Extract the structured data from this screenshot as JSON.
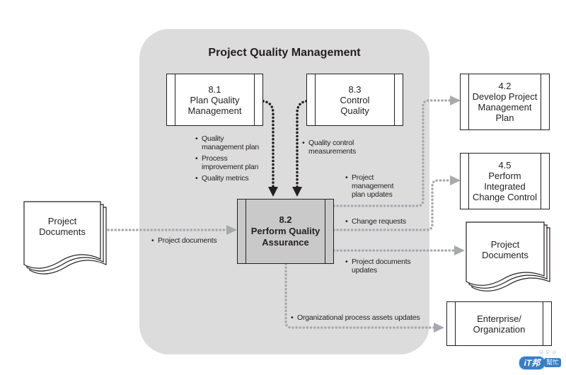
{
  "diagram": {
    "title": "Project Quality Management",
    "processes": {
      "plan_quality": {
        "number": "8.1",
        "name_line1": "Plan Quality",
        "name_line2": "Management"
      },
      "control_quality": {
        "number": "8.3",
        "name_line1": "Control",
        "name_line2": "Quality"
      },
      "perform_qa": {
        "number": "8.2",
        "name_line1": "Perform Quality",
        "name_line2": "Assurance"
      },
      "develop_pm_plan": {
        "number": "4.2",
        "name_line1": "Develop Project",
        "name_line2": "Management",
        "name_line3": "Plan"
      },
      "integrated_change": {
        "number": "4.5",
        "name_line1": "Perform",
        "name_line2": "Integrated",
        "name_line3": "Change Control"
      },
      "enterprise": {
        "name_line1": "Enterprise/",
        "name_line2": "Organization"
      }
    },
    "documents": {
      "input_docs": {
        "line1": "Project",
        "line2": "Documents"
      },
      "output_docs": {
        "line1": "Project",
        "line2": "Documents"
      }
    },
    "flow_labels": {
      "from_plan_quality": [
        "Quality management plan",
        "Process improvement plan",
        "Quality metrics"
      ],
      "from_control_quality": [
        "Quality control measurements"
      ],
      "input_project_documents": "Project documents",
      "to_pm_plan": "Project management plan updates",
      "to_change_control": "Change requests",
      "to_project_documents": "Project documents updates",
      "to_enterprise": "Organizational process assets updates"
    },
    "watermark": {
      "text_main": "iT邦",
      "text_sub": "幫忙"
    },
    "colors": {
      "container": "#dcdcdd",
      "main_process": "#c9c9ca",
      "black_arrow": "#231f20",
      "gray_arrow": "#a7a9ac",
      "watermark": "#3b7dc4"
    }
  }
}
